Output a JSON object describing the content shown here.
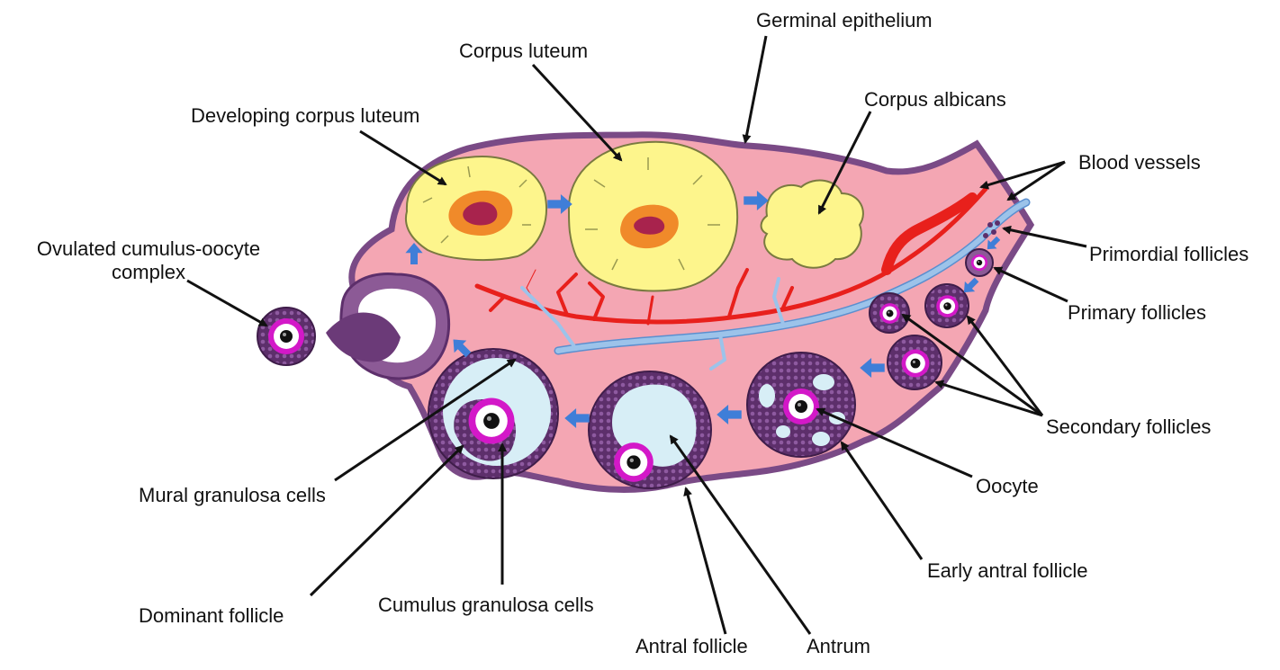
{
  "labels": {
    "germinal_epithelium": "Germinal epithelium",
    "corpus_luteum": "Corpus luteum",
    "developing_corpus_luteum": "Developing corpus luteum",
    "corpus_albicans": "Corpus albicans",
    "blood_vessels": "Blood vessels",
    "ovulated_complex_line1": "Ovulated cumulus-oocyte",
    "ovulated_complex_line2": "complex",
    "primordial_follicles": "Primordial follicles",
    "primary_follicles": "Primary follicles",
    "secondary_follicles": "Secondary follicles",
    "oocyte": "Oocyte",
    "early_antral_follicle": "Early antral follicle",
    "mural_granulosa_cells": "Mural granulosa cells",
    "dominant_follicle": "Dominant follicle",
    "cumulus_granulosa_cells": "Cumulus granulosa cells",
    "antral_follicle": "Antral follicle",
    "antrum": "Antrum"
  },
  "colors": {
    "stroma": "#f4a6b3",
    "capsule": "#7a4a86",
    "corpus_luteum": "#fdf58c",
    "corpus_luteum_core": "#f08a2a",
    "corpus_luteum_center": "#a8234d",
    "artery": "#e8201c",
    "vein": "#9cc3ea",
    "antrum_fluid": "#d7eef6",
    "granulosa": "#6b3a78",
    "zona_pellucida": "#d318c8",
    "arrow": "#3f7ed8"
  }
}
